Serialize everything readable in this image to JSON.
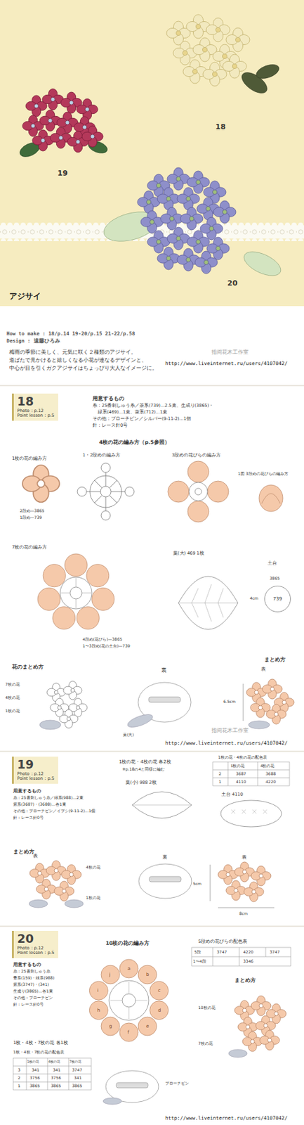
{
  "diagram": {
    "title": "アジサイ",
    "nodes": [
      {
        "text": [
          "18",
          "Photo：p.12",
          "Point lesson：p.5"
        ]
      },
      {
        "text": [
          "19",
          "Photo：p.12",
          "Point lesson：p.5"
        ]
      },
      {
        "text": [
          "20",
          "Photo：p.12",
          "Point lesson：p.5"
        ]
      },
      {
        "text": [
          "739"
        ]
      }
    ],
    "labels": [
      "18",
      "19",
      "20",
      "How to make : 18/p.14 19-20/p.15 21-22/p.58",
      "Design : 遠藤ひろみ",
      "梅雨の季節に美しく、元気に咲く２種類のアジサイ。",
      "道ばたで見かけると嬉しくなる小花が連なるデザインと、",
      "中心が目を引くガクアジサイはちょっぴり大人なイメージに。",
      "指间花木工作室",
      "http://www.liveinternet.ru/users/4107042/",
      "用意するもの",
      "糸：25番刺しゅう糸／茶系(739)…2.5束、生成り(3865)・",
      "緑系(469)…1束、茶系(712)…1束",
      "その他：ブローチピン／シルバー(9-11-2)…1個",
      "針：レース針0号",
      "4枚の花の編み方（p.5参照）",
      "1枚の花の編み方",
      "1・2段めの編み方",
      "3段めの花びらの編み方",
      "1図 3段めの花びらの編み方",
      "2段め—3865",
      "1段め—739",
      "7枚の花の編み方",
      "4段め(花びら)—3865",
      "1〜3段め(花の土台)—739",
      "葉(大) 469 1枚",
      "土台",
      "3865",
      "4cm",
      "花のまとめ方",
      "7枚の花",
      "4枚の花",
      "1枚の花",
      "裏",
      "まとめ方",
      "表",
      "6.5cm",
      "葉(大)",
      "指间花木工作室",
      "http://www.liveinternet.ru/users/4107042/",
      "用意するもの",
      "糸：25番刺しゅう糸／緑系(988)…2束",
      "紫系(3687)・(3688)…各1束",
      "その他：ブローチピン／イブシ(9-11-2)…1個",
      "針：レース針0号",
      "1枚の花・4枚の花 各2枚",
      "※p.18の4と同様に編む",
      "葉(小) 988 2枚",
      "1枚の花・4枚の花の配色表",
      "1枚の花",
      "4枚の花",
      "2",
      "3687",
      "3688",
      "1",
      "4110",
      "4220",
      "土台 4110",
      "まとめ方",
      "表",
      "4枚の花",
      "1枚の花",
      "裏",
      "表",
      "5cm",
      "8cm",
      "用意するもの",
      "糸：25番刺しゅう糸",
      "青系(159)・緑系(988)",
      "紫系(3747)・(341)",
      "生成り(3865)…各1束",
      "その他：ブローチピン",
      "針：レース針0号",
      "10枚の花の編み方",
      "a",
      "b",
      "c",
      "d",
      "e",
      "f",
      "g",
      "h",
      "i",
      "j",
      "5段めの花びらの配色表",
      "5段",
      "3747",
      "4220",
      "3747",
      "1〜4段",
      "3346",
      "まとめ方",
      "10枚の花",
      "7枚の花",
      "1枚・4枚・7枚の花 各1枚",
      "1枚・4枚・7枚の花の配色表",
      "1枚の花",
      "4枚の花",
      "7枚の花",
      "3",
      "341",
      "341",
      "3747",
      "2",
      "3756",
      "3756",
      "341",
      "1",
      "3865",
      "3865",
      "3865",
      "ブローチピン",
      "http://www.liveinternet.ru/users/4107042/"
    ]
  }
}
